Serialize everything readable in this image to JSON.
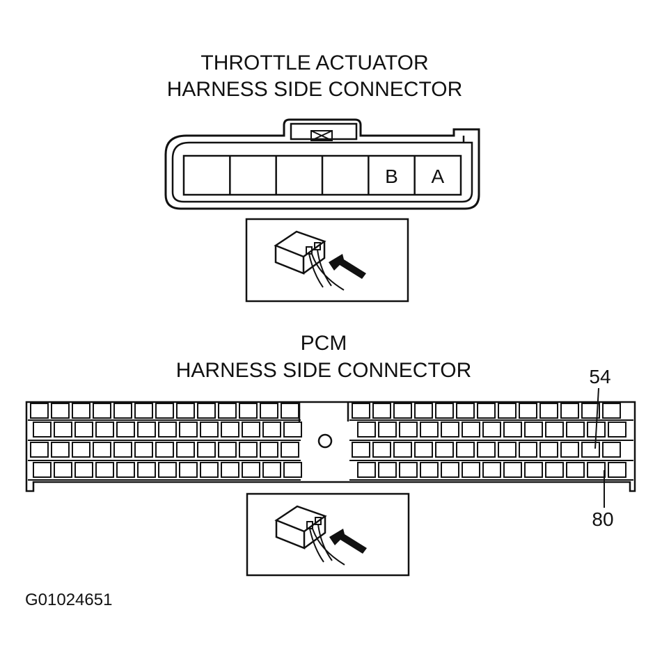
{
  "throttle_section": {
    "title_line1": "THROTTLE ACTUATOR",
    "title_line2": "HARNESS SIDE CONNECTOR",
    "terminals": [
      "",
      "",
      "",
      "",
      "B",
      "A"
    ]
  },
  "pcm_section": {
    "title_line1": "PCM",
    "title_line2": "HARNESS SIDE CONNECTOR",
    "callout_top": "54",
    "callout_bottom": "80"
  },
  "figure_id": "G01024651",
  "colors": {
    "ink": "#111111",
    "paper": "#ffffff"
  },
  "icons": {
    "probe": "connector-probe-icon"
  }
}
